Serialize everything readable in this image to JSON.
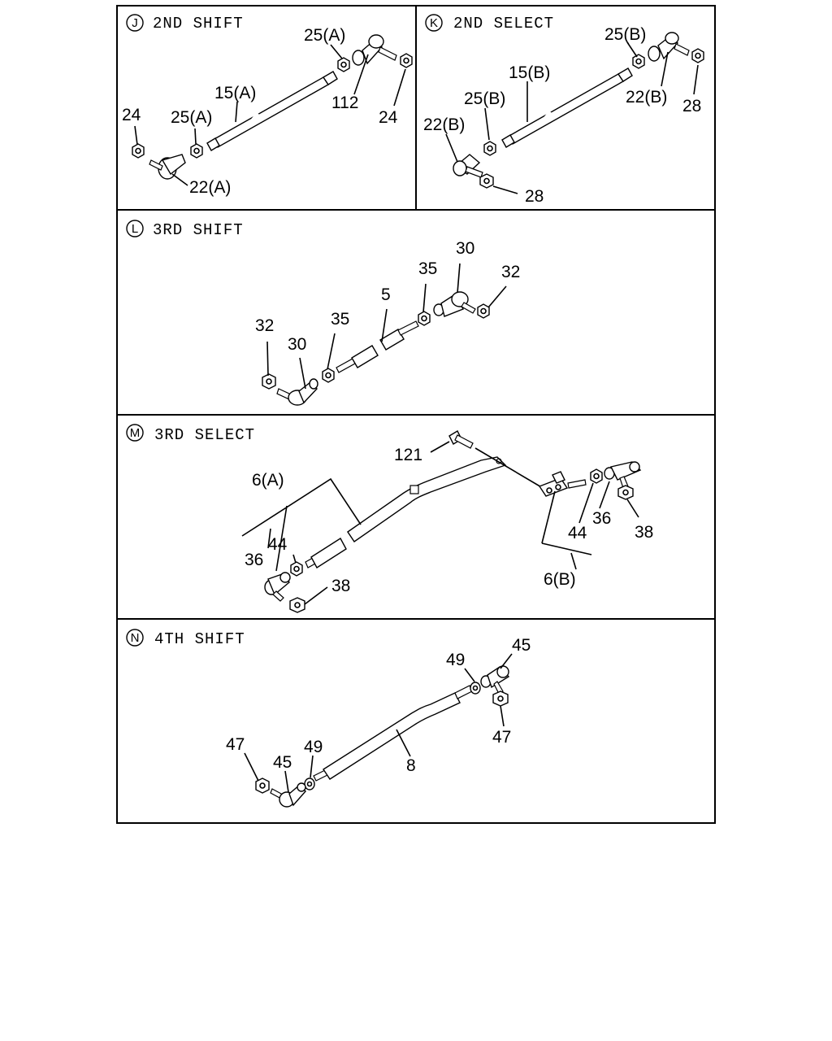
{
  "panels": [
    {
      "letter": "J",
      "title": "2ND SHIFT",
      "labels": [
        "25(A)",
        "112",
        "24",
        "15(A)",
        "24",
        "25(A)",
        "22(A)"
      ]
    },
    {
      "letter": "K",
      "title": "2ND SELECT",
      "labels": [
        "25(B)",
        "15(B)",
        "22(B)",
        "28",
        "25(B)",
        "22(B)",
        "28"
      ]
    },
    {
      "letter": "L",
      "title": "3RD SHIFT",
      "labels": [
        "30",
        "35",
        "32",
        "5",
        "32",
        "35",
        "30"
      ]
    },
    {
      "letter": "M",
      "title": "3RD SELECT",
      "labels": [
        "121",
        "6(A)",
        "44",
        "36",
        "38",
        "44",
        "36",
        "38",
        "6(B)"
      ]
    },
    {
      "letter": "N",
      "title": "4TH SHIFT",
      "labels": [
        "45",
        "49",
        "47",
        "47",
        "45",
        "49",
        "8"
      ]
    }
  ]
}
